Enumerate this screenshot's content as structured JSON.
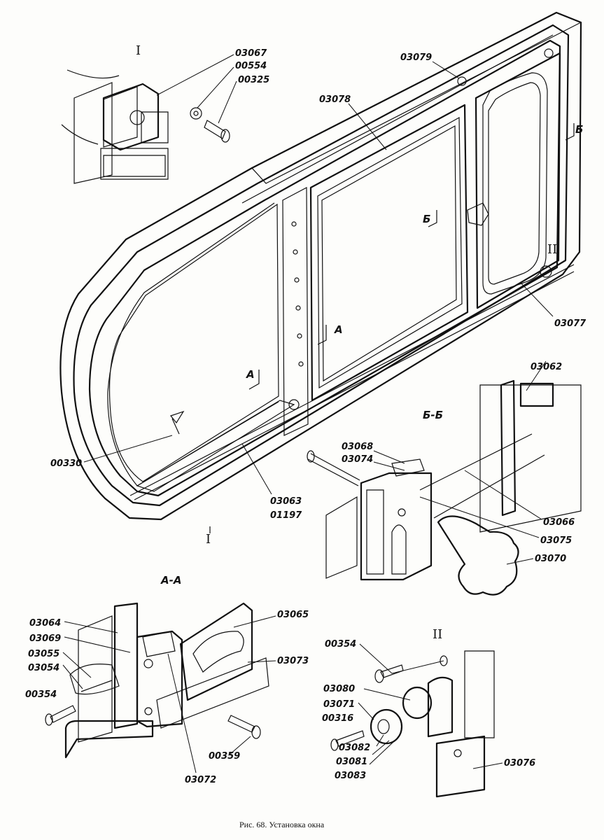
{
  "caption": "Рис. 68. Установка окна",
  "sections": {
    "detail_1": "I",
    "detail_2": "II",
    "section_aa": "A-A",
    "section_bb": "Б-Б",
    "cut_marks": [
      "Б",
      "Б",
      "А",
      "А",
      "II",
      "I"
    ]
  },
  "parts": {
    "p03067": "03067",
    "p00554": "00554",
    "p00325": "00325",
    "p03079": "03079",
    "p03078": "03078",
    "p03077": "03077",
    "p00330": "00330",
    "p03063": "03063",
    "p01197": "01197",
    "p03068": "03068",
    "p03074": "03074",
    "p03062": "03062",
    "p03066": "03066",
    "p03075": "03075",
    "p03070": "03070",
    "p03064": "03064",
    "p03069": "03069",
    "p03055": "03055",
    "p03054": "03054",
    "p00354a": "00354",
    "p03065": "03065",
    "p03073": "03073",
    "p03072": "03072",
    "p00359": "00359",
    "p00354b": "00354",
    "p03080": "03080",
    "p03071": "03071",
    "p00316": "00316",
    "p03082": "03082",
    "p03081": "03081",
    "p03083": "03083",
    "p03076": "03076"
  }
}
